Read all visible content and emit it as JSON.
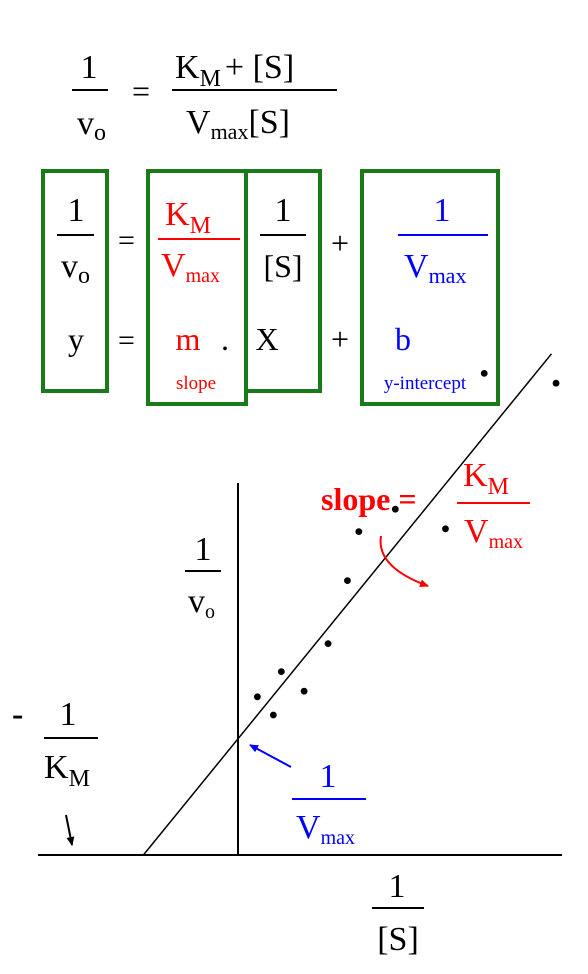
{
  "colors": {
    "black": "#000000",
    "red": "#ff0000",
    "blue": "#0000ff",
    "green": "#1a7a1a",
    "point": "#000000"
  },
  "top_equation": {
    "lhs_num": "1",
    "lhs_den_v": "v",
    "lhs_den_sub": "o",
    "equals": "=",
    "rhs_num_k": "K",
    "rhs_num_k_sub": "M",
    "rhs_num_rest": "+ [S]",
    "rhs_den_v": "V",
    "rhs_den_sub": "max",
    "rhs_den_rest": "[S]"
  },
  "boxed_equation": {
    "lhs_num": "1",
    "lhs_den_v": "v",
    "lhs_den_sub": "o",
    "equals": "=",
    "slope_num_k": "K",
    "slope_num_sub": "M",
    "slope_den_v": "V",
    "slope_den_sub": "max",
    "x_num": "1",
    "x_den": "[S]",
    "plus": "+",
    "int_num": "1",
    "int_den_v": "V",
    "int_den_sub": "max",
    "row2_y": "y",
    "row2_eq": "=",
    "row2_m": "m",
    "row2_dot": ".",
    "row2_x": "X",
    "row2_plus": "+",
    "row2_b": "b",
    "slope_caption": "slope",
    "intercept_caption": "y-intercept"
  },
  "plot": {
    "y_axis_label_num": "1",
    "y_axis_label_den_v": "v",
    "y_axis_label_den_sub": "o",
    "x_axis_label_num": "1",
    "x_axis_label_den": "[S]",
    "slope_label": "slope =",
    "slope_label_num_k": "K",
    "slope_label_num_sub": "M",
    "slope_label_den_v": "V",
    "slope_label_den_sub": "max",
    "x_intercept_sign": "-",
    "x_intercept_num": "1",
    "x_intercept_den_k": "K",
    "x_intercept_den_sub": "M",
    "y_intercept_num": "1",
    "y_intercept_den_v": "V",
    "y_intercept_den_sub": "max"
  },
  "chart_data": {
    "type": "scatter",
    "title": "",
    "xlabel": "1/[S]",
    "ylabel": "1/v₀",
    "series": [
      {
        "values": [
          {
            "x": 0.17,
            "y": 1.13
          },
          {
            "x": 0.31,
            "y": 1.0
          },
          {
            "x": 0.38,
            "y": 1.31
          },
          {
            "x": 0.58,
            "y": 1.17
          },
          {
            "x": 0.79,
            "y": 1.51
          },
          {
            "x": 0.96,
            "y": 1.96
          },
          {
            "x": 1.06,
            "y": 2.31
          },
          {
            "x": 1.38,
            "y": 2.47
          },
          {
            "x": 1.82,
            "y": 2.33
          },
          {
            "x": 2.16,
            "y": 3.44
          },
          {
            "x": 2.79,
            "y": 3.37
          }
        ]
      }
    ],
    "line": {
      "slope": 1.0,
      "intercept": 0.83
    },
    "xlim": [
      -0.95,
      3.1
    ],
    "ylim": [
      0,
      4.3
    ],
    "grid": false
  }
}
